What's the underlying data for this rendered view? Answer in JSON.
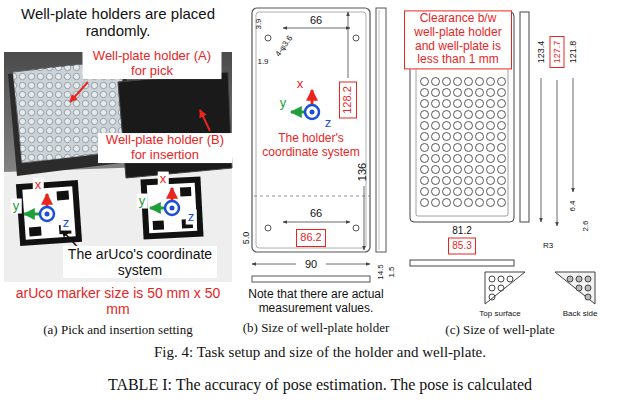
{
  "diagram": {
    "caption": "Fig. 4: Task setup and size of the holder and well-plate.",
    "nodes": [
      {
        "text": [
          "128.2"
        ]
      },
      {
        "text": [
          "86.2"
        ]
      },
      {
        "text": [
          "Clearance b/w well-plate holder and well-plate is less than 1 mm"
        ]
      },
      {
        "text": [
          "127.7"
        ]
      },
      {
        "text": [
          "85.3"
        ]
      }
    ],
    "labels": [
      "Well-plate holders are placed randomly.",
      "Well-plate holder (A) for pick",
      "Well-plate holder (B) for insertion",
      "x",
      "y",
      "z",
      "x",
      "y",
      "z",
      "The arUco's coordinate system",
      "arUco marker size is 50 mm x 50 mm",
      "(a) Pick and insertion setting",
      "66",
      "3.9",
      "4-φ3.6",
      "1.9",
      "x",
      "y",
      "z",
      "The holder's coordinate system",
      "136",
      "66",
      "90",
      "5.0",
      "14.5",
      "1.5",
      "Note that there are actual measurement values.",
      "(b) Size of well-plate holder",
      "123.4",
      "121.8",
      "81.2",
      "6.4",
      "2.6",
      "R3",
      "Top surface",
      "Back side",
      "(c) Size of well-plate",
      "TABLE I: The accuracy of pose estimation. The pose is calculated"
    ]
  }
}
